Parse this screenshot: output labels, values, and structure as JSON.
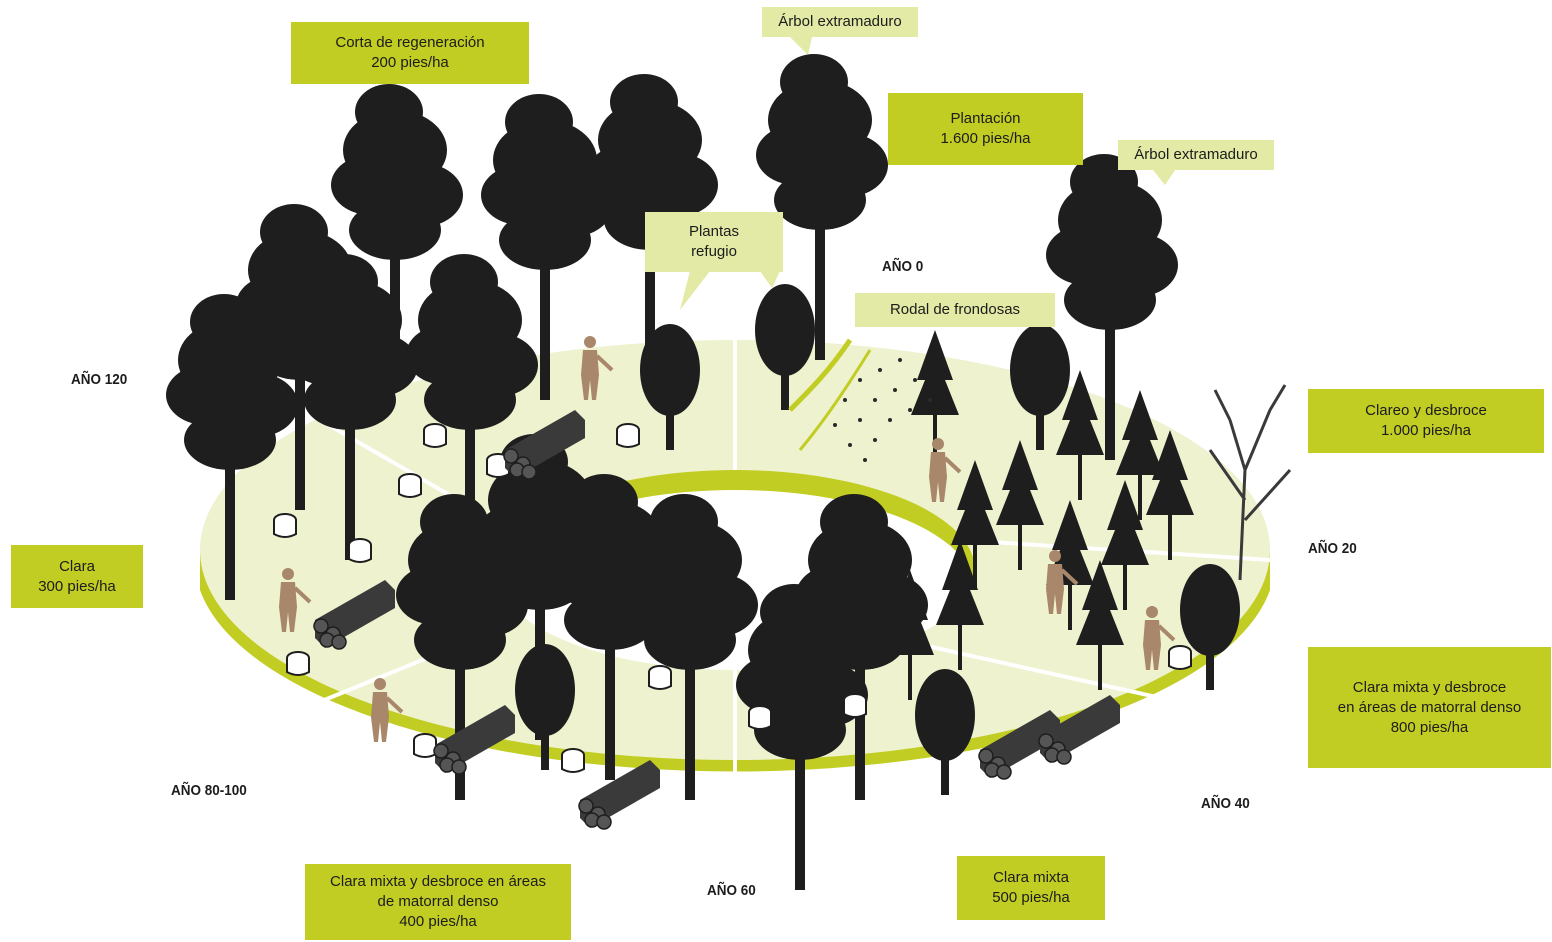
{
  "labels": {
    "corta_regeneracion": {
      "line1": "Corta de regeneración",
      "line2": "200 pies/ha"
    },
    "arbol_extramaduro_top": "Árbol extramaduro",
    "plantacion": {
      "line1": "Plantación",
      "line2": "1.600 pies/ha"
    },
    "arbol_extramaduro_right": "Árbol extramaduro",
    "plantas_refugio": {
      "line1": "Plantas",
      "line2": "refugio"
    },
    "rodal_frondosas": "Rodal de frondosas",
    "clareo_desbroce": {
      "line1": "Clareo y desbroce",
      "line2": "1.000 pies/ha"
    },
    "clara_300": {
      "line1": "Clara",
      "line2": "300 pies/ha"
    },
    "clara_mixta_800": {
      "line1": "Clara mixta y desbroce",
      "line2": "en áreas de matorral denso",
      "line3": "800 pies/ha"
    },
    "clara_mixta_500": {
      "line1": "Clara mixta",
      "line2": "500 pies/ha"
    },
    "clara_mixta_400": {
      "line1": "Clara mixta y desbroce en áreas",
      "line2": "de matorral denso",
      "line3": "400 pies/ha"
    }
  },
  "years": {
    "ano_0": "AÑO 0",
    "ano_20": "AÑO 20",
    "ano_40": "AÑO 40",
    "ano_60": "AÑO 60",
    "ano_80_100": "AÑO 80-100",
    "ano_120": "AÑO 120"
  },
  "colors": {
    "label_fill": "#c2cd23",
    "label_fill_light": "#e3eaa6",
    "disc_top": "#eef2cf",
    "disc_side": "#c2cd23",
    "tree": "#1e1e1e",
    "worker": "#a8876a"
  }
}
